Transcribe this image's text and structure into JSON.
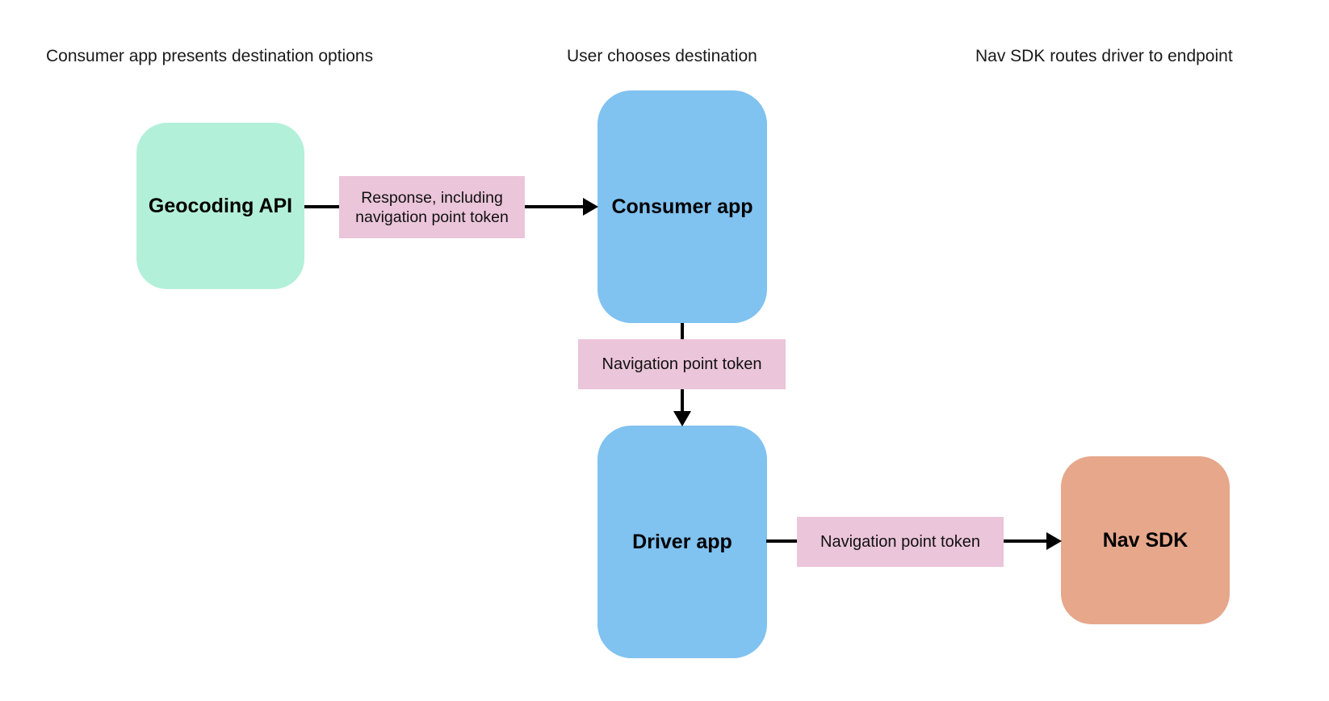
{
  "diagram": {
    "column_headers": [
      {
        "label": "Consumer app presents destination options"
      },
      {
        "label": "User chooses destination"
      },
      {
        "label": "Nav SDK routes driver to endpoint"
      }
    ],
    "nodes": {
      "geocoding_api": {
        "label": "Geocoding API",
        "color": "#b3f0d9"
      },
      "consumer_app": {
        "label": "Consumer app",
        "color": "#80c2f0"
      },
      "driver_app": {
        "label": "Driver app",
        "color": "#80c2f0"
      },
      "nav_sdk": {
        "label": "Nav SDK",
        "color": "#e6a78b"
      }
    },
    "edges": {
      "geocoding_to_consumer": {
        "label": "Response, including navigation point token"
      },
      "consumer_to_driver": {
        "label": "Navigation point token"
      },
      "driver_to_navsdk": {
        "label": "Navigation point token"
      }
    },
    "colors": {
      "edge_label_bg": "#ebc5da",
      "arrow": "#000000",
      "background": "#ffffff",
      "text": "#1a1a1a"
    }
  }
}
